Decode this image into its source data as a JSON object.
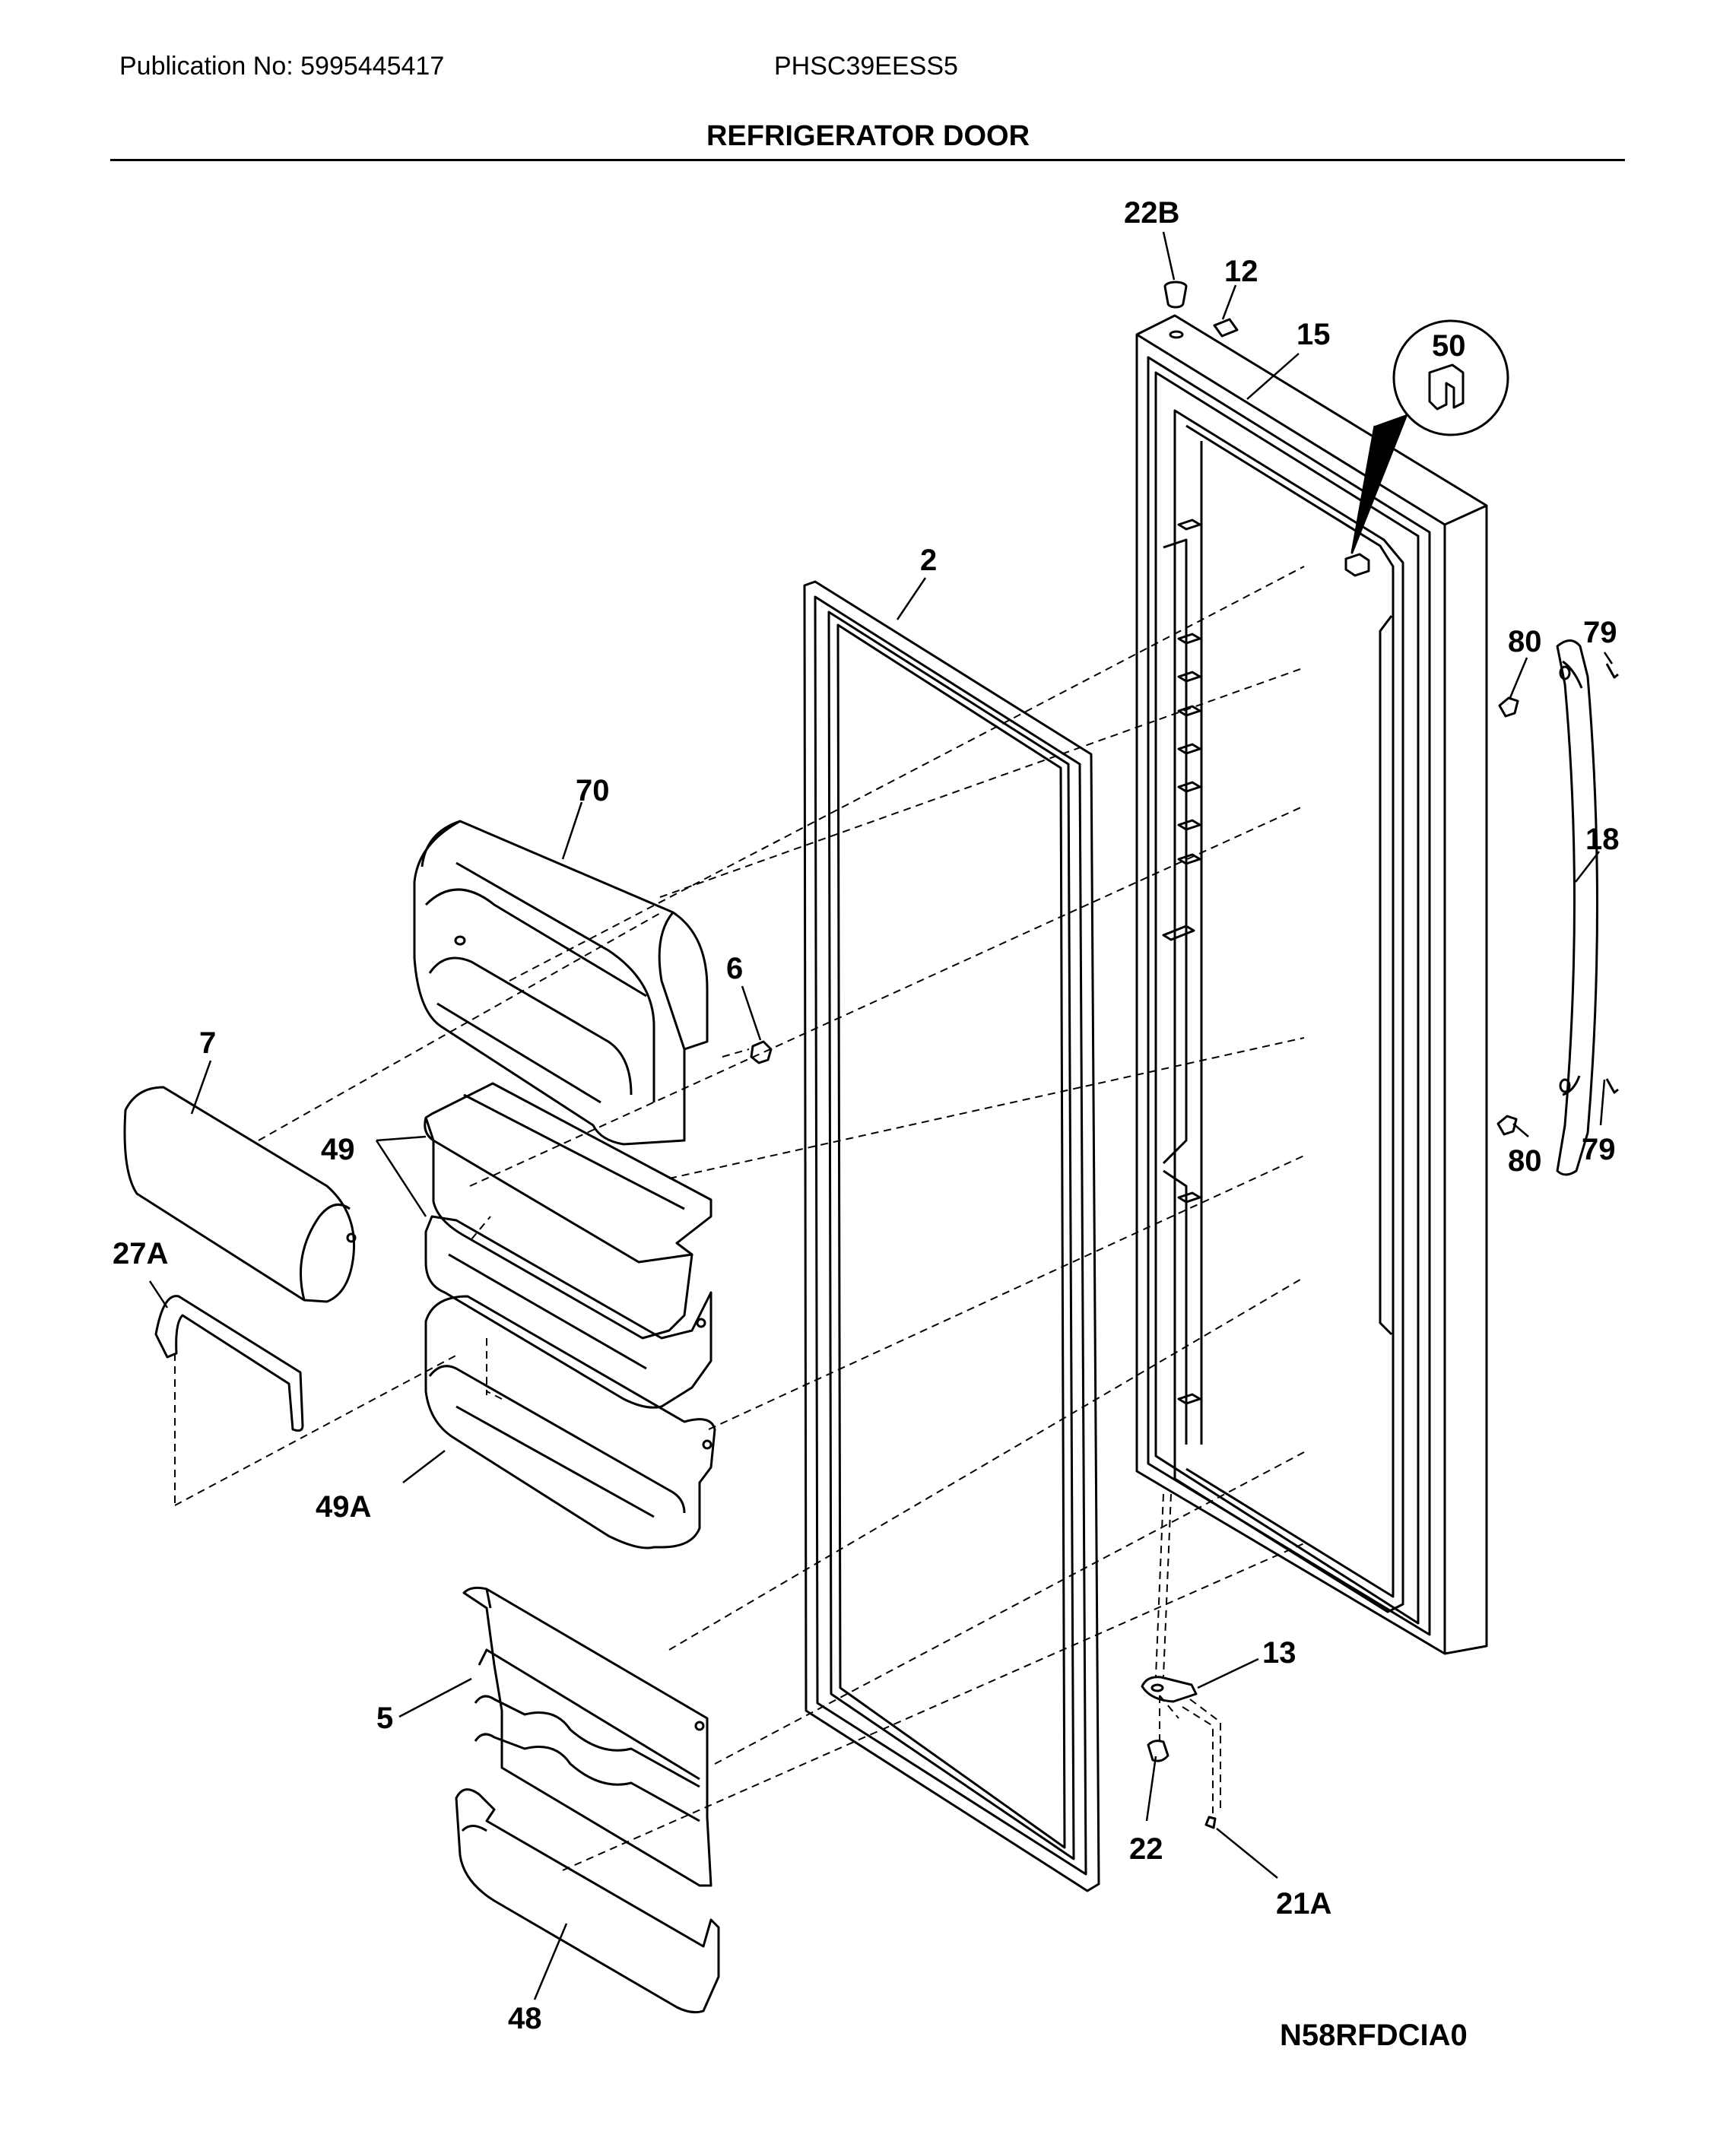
{
  "header": {
    "publication": "Publication No: 5995445417",
    "model": "PHSC39EESS5",
    "title": "REFRIGERATOR DOOR"
  },
  "diagram_code": "N58RFDCIA0",
  "callouts": [
    {
      "id": "c-22b",
      "text": "22B"
    },
    {
      "id": "c-12",
      "text": "12"
    },
    {
      "id": "c-15",
      "text": "15"
    },
    {
      "id": "c-50",
      "text": "50"
    },
    {
      "id": "c-2",
      "text": "2"
    },
    {
      "id": "c-80a",
      "text": "80"
    },
    {
      "id": "c-79a",
      "text": "79"
    },
    {
      "id": "c-18",
      "text": "18"
    },
    {
      "id": "c-70",
      "text": "70"
    },
    {
      "id": "c-6",
      "text": "6"
    },
    {
      "id": "c-7",
      "text": "7"
    },
    {
      "id": "c-49",
      "text": "49"
    },
    {
      "id": "c-80b",
      "text": "80"
    },
    {
      "id": "c-79b",
      "text": "79"
    },
    {
      "id": "c-27a",
      "text": "27A"
    },
    {
      "id": "c-49a",
      "text": "49A"
    },
    {
      "id": "c-13",
      "text": "13"
    },
    {
      "id": "c-5",
      "text": "5"
    },
    {
      "id": "c-22",
      "text": "22"
    },
    {
      "id": "c-21a",
      "text": "21A"
    },
    {
      "id": "c-48",
      "text": "48"
    }
  ]
}
